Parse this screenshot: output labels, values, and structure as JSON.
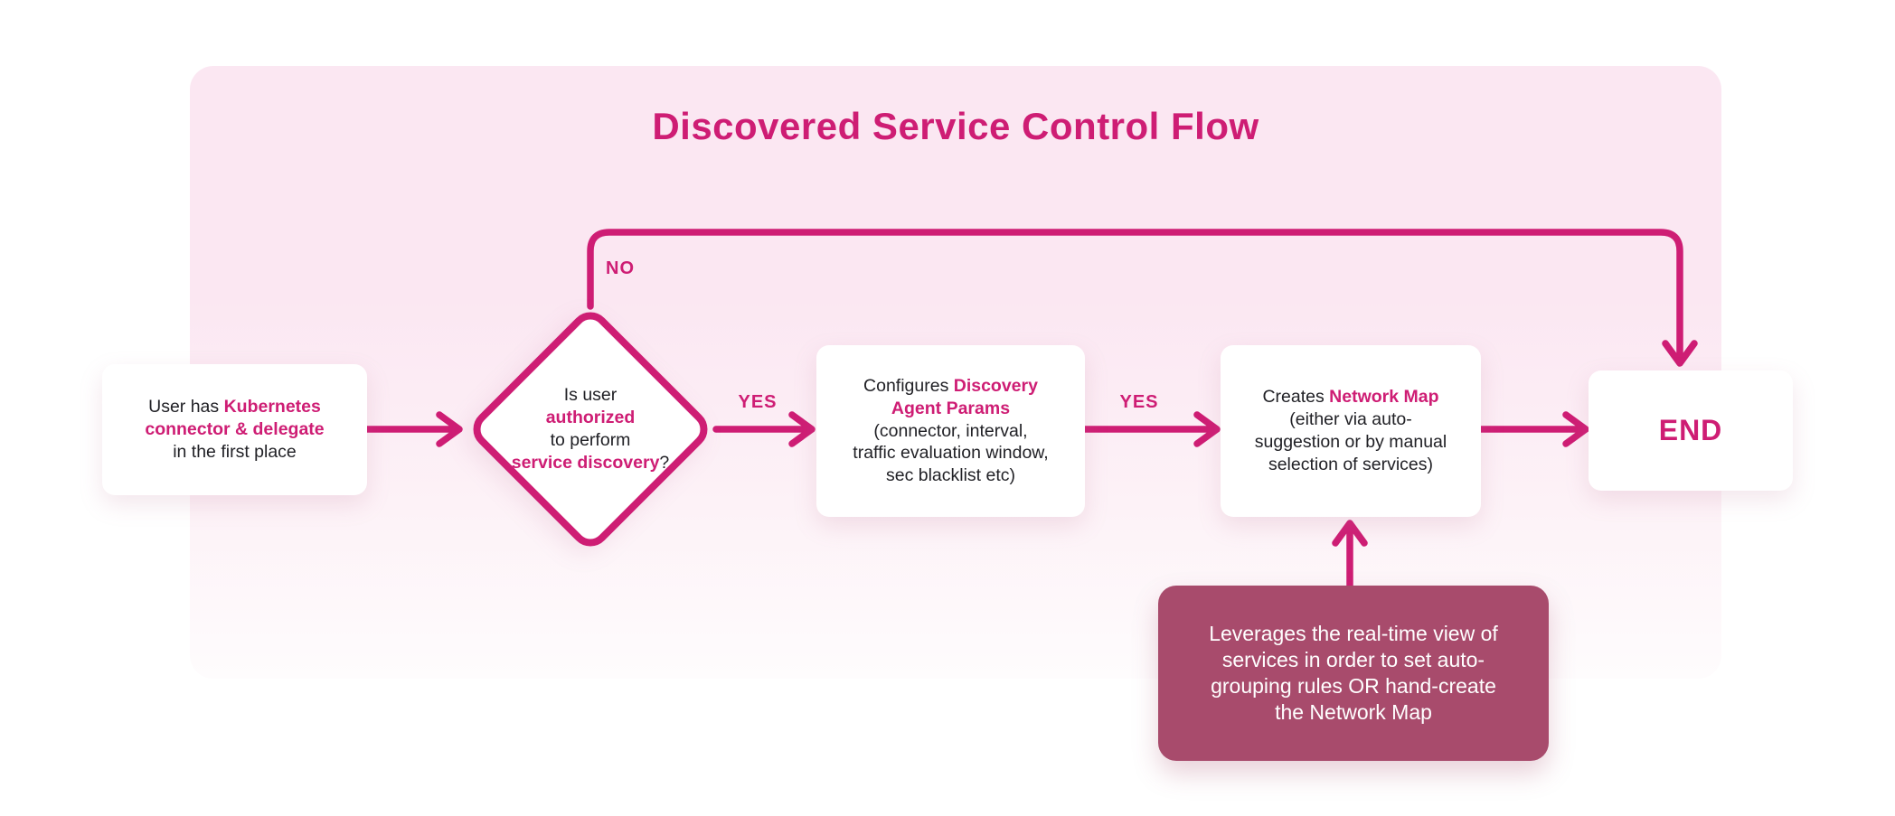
{
  "title": "Discovered Service Control Flow",
  "colors": {
    "accent": "#CE1D74",
    "note_bg": "#A84B6C",
    "panel_top": "#FBE7F2",
    "panel_bottom": "#FEFCFD",
    "text": "#212126"
  },
  "nodes": {
    "start": {
      "segments": [
        {
          "text": "User has ",
          "accent": false
        },
        {
          "text": "Kubernetes\nconnector & delegate",
          "accent": true
        },
        {
          "text": "\nin the first place",
          "accent": false
        }
      ]
    },
    "decision": {
      "segments": [
        {
          "text": "Is user\n",
          "accent": false
        },
        {
          "text": "authorized",
          "accent": true
        },
        {
          "text": "\nto perform\n",
          "accent": false
        },
        {
          "text": "service discovery",
          "accent": true
        },
        {
          "text": "?",
          "accent": false
        }
      ]
    },
    "configure": {
      "segments": [
        {
          "text": "Configures ",
          "accent": false
        },
        {
          "text": "Discovery\nAgent Params",
          "accent": true
        },
        {
          "text": "\n(connector, interval,\ntraffic evaluation window,\nsec blacklist etc)",
          "accent": false
        }
      ]
    },
    "network_map": {
      "segments": [
        {
          "text": "Creates ",
          "accent": false
        },
        {
          "text": "Network Map",
          "accent": true
        },
        {
          "text": "\n(either via auto-\nsuggestion or by manual\nselection of services)",
          "accent": false
        }
      ]
    },
    "end": {
      "label": "END"
    },
    "note": {
      "text": "Leverages the real-time view of\nservices in order to set auto-\ngrouping rules OR hand-create\nthe Network Map"
    }
  },
  "edge_labels": {
    "no": "NO",
    "yes_decision_configure": "YES",
    "yes_configure_network_map": "YES"
  }
}
